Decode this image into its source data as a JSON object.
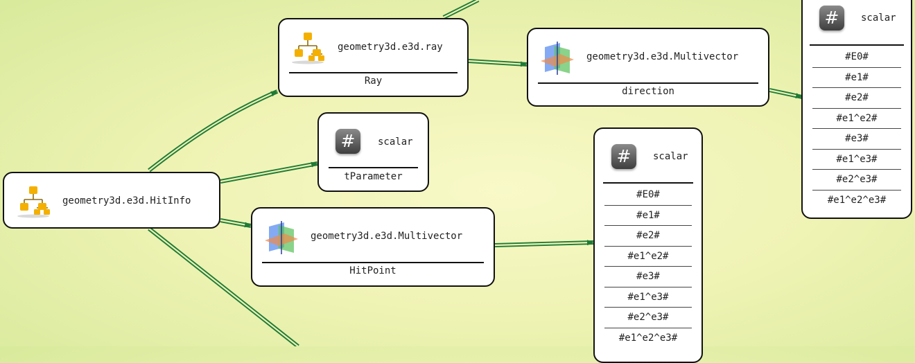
{
  "nodes": {
    "hitinfo": {
      "title": "geometry3d.e3d.HitInfo",
      "icon": "hierarchy-icon"
    },
    "ray": {
      "title": "geometry3d.e3d.ray",
      "label": "Ray",
      "icon": "hierarchy-icon"
    },
    "direction": {
      "title": "geometry3d.e3d.Multivector",
      "label": "direction",
      "icon": "multivector-axes-icon"
    },
    "tparameter": {
      "title": "scalar",
      "label": "tParameter",
      "icon": "hash-icon"
    },
    "hitpoint": {
      "title": "geometry3d.e3d.Multivector",
      "label": "HitPoint",
      "icon": "multivector-axes-icon"
    },
    "scalar_top": {
      "title": "scalar",
      "icon": "hash-icon",
      "items": [
        "#E0#",
        "#e1#",
        "#e2#",
        "#e1^e2#",
        "#e3#",
        "#e1^e3#",
        "#e2^e3#",
        "#e1^e2^e3#"
      ]
    },
    "scalar_mid": {
      "title": "scalar",
      "icon": "hash-icon",
      "items": [
        "#E0#",
        "#e1#",
        "#e2#",
        "#e1^e2#",
        "#e3#",
        "#e1^e3#",
        "#e2^e3#",
        "#e1^e2^e3#"
      ]
    }
  },
  "hash_glyph": "#",
  "colors": {
    "edge": "#1f7a35",
    "border": "#111111",
    "background": "#eff3b4"
  }
}
